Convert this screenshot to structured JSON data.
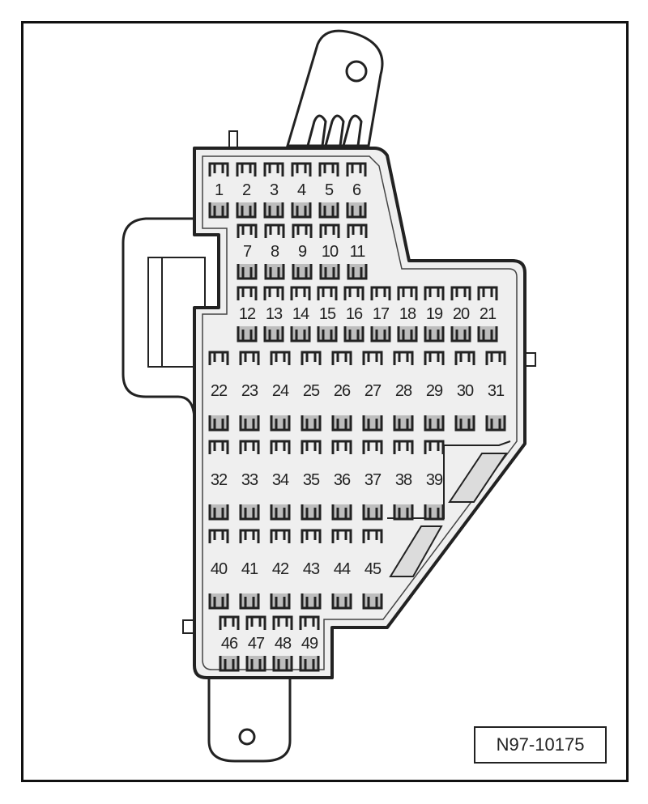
{
  "reference_code": "N97-10175",
  "fuses": [
    "1",
    "2",
    "3",
    "4",
    "5",
    "6",
    "7",
    "8",
    "9",
    "10",
    "11",
    "12",
    "13",
    "14",
    "15",
    "16",
    "17",
    "18",
    "19",
    "20",
    "21",
    "22",
    "23",
    "24",
    "25",
    "26",
    "27",
    "28",
    "29",
    "30",
    "31",
    "32",
    "33",
    "34",
    "35",
    "36",
    "37",
    "38",
    "39",
    "40",
    "41",
    "42",
    "43",
    "44",
    "45",
    "46",
    "47",
    "48",
    "49"
  ],
  "colors": {
    "line": "#222222",
    "body_fill": "#efefef",
    "slot_fill": "#bdbdbd",
    "background": "#ffffff"
  }
}
